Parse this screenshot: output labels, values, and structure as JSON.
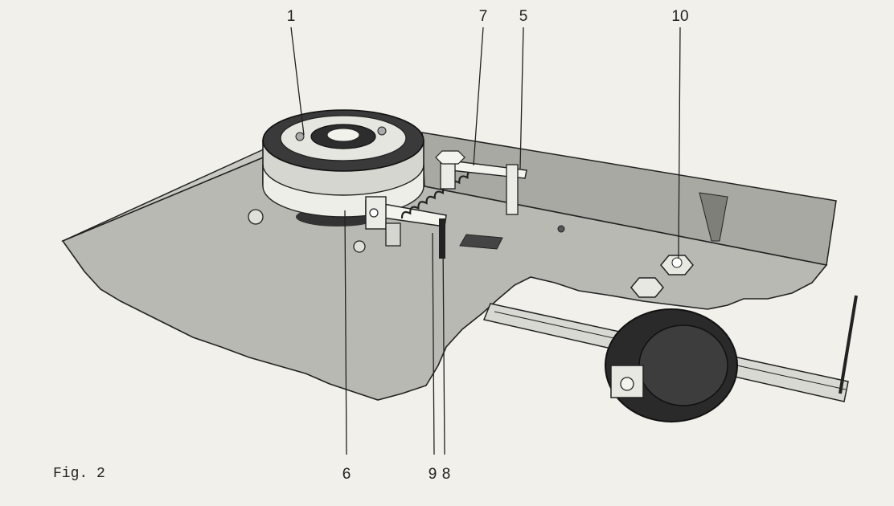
{
  "figure": {
    "caption": "Fig. 2",
    "callouts": [
      {
        "id": "c1",
        "label": "1"
      },
      {
        "id": "c7",
        "label": "7"
      },
      {
        "id": "c5",
        "label": "5"
      },
      {
        "id": "c10",
        "label": "10"
      },
      {
        "id": "c6",
        "label": "6"
      },
      {
        "id": "c9",
        "label": "9"
      },
      {
        "id": "c8",
        "label": "8"
      }
    ]
  },
  "colors": {
    "paper": "#f1f0ea",
    "plate": "#b9b9b3",
    "plate_shadow": "#9c9c96",
    "ink": "#222222"
  }
}
